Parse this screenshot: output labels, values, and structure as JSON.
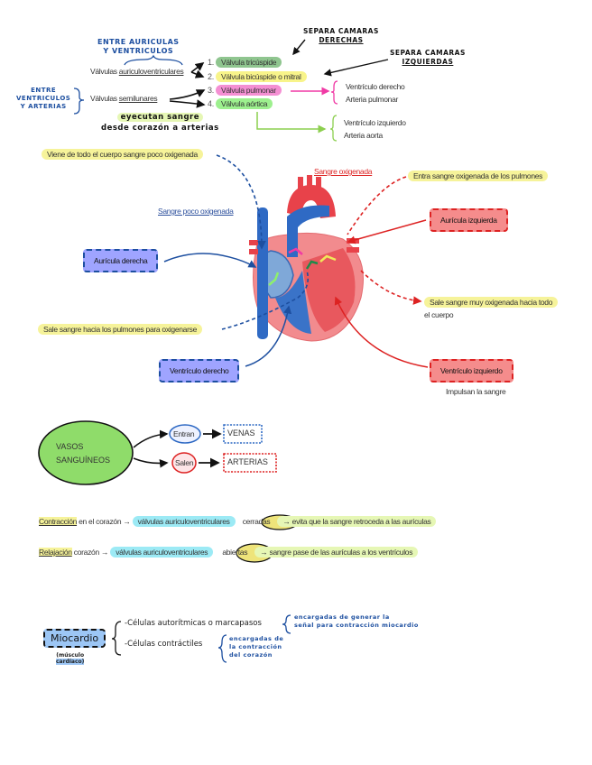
{
  "valves": {
    "heading_av": [
      "ENTRE AURICULAS",
      "Y VENTRICULOS"
    ],
    "heading_sl": [
      "ENTRE",
      "VENTRICULOS",
      "Y ARTERIAS"
    ],
    "av_prefix": "Válvulas ",
    "av_word": "auriculoventriculares",
    "sl_prefix": "Válvulas ",
    "sl_word": "semilunares",
    "sl_note": [
      "eyecutan sangre",
      "desde corazón a arterias"
    ],
    "items": [
      {
        "number": "1.",
        "label": "Válvula tricúspide",
        "color": "#8fc58f"
      },
      {
        "number": "2.",
        "label": "Válvula bicúspide o mitral",
        "color": "#f8f48a"
      },
      {
        "number": "3.",
        "label": "Válvula pulmonar",
        "color": "#f48fd3"
      },
      {
        "number": "4.",
        "label": "Válvula aórtica",
        "color": "#9df08e"
      }
    ],
    "separa_derechas": [
      "SEPARA CAMARAS",
      "DERECHAS"
    ],
    "separa_izquierdas": [
      "SEPARA CAMARAS",
      "IZQUIERDAS"
    ],
    "pulmonar_targets": [
      "Ventrículo derecho",
      "Arteria pulmonar"
    ],
    "aortica_targets": [
      "Ventrículo izquierdo",
      "Arteria aorta"
    ]
  },
  "heart": {
    "viene": "Viene de todo el cuerpo sangre poco oxigenada",
    "sangre_poco": "Sangre poco oxigenada",
    "sangre_oxi": "Sangre oxigenada",
    "entra": "Entra sangre oxigenada de los pulmones",
    "auricula_derecha": "Aurícula derecha",
    "auricula_izquierda": "Aurícula izquierda",
    "sale_oxi": [
      "Sale sangre muy oxigenada hacia todo",
      "el cuerpo"
    ],
    "sale_pulmones": "Sale sangre hacia los pulmones para oxigenarse",
    "ventriculo_derecho": "Ventrículo derecho",
    "ventriculo_izquierdo": "Ventrículo izquierdo",
    "impulsan": "Impulsan la sangre"
  },
  "vasos": {
    "title": [
      "VASOS",
      "SANGUÍNEOS"
    ],
    "entran": "Entran",
    "salen": "Salen",
    "venas": "VENAS",
    "arterias": "ARTERIAS"
  },
  "ciclo": {
    "contraccion": {
      "term": "Contracción",
      "rest": " en el corazón →",
      "valves": "válvulas auriculoventriculares",
      "state": "cerradas",
      "result": "→ evita que la sangre retroceda a las aurículas"
    },
    "relajacion": {
      "term": "Relajación",
      "rest": " corazón →",
      "valves": "válvulas auriculoventriculares",
      "state": "abiertas",
      "result": "→ sangre pase de las aurículas a los ventrículos"
    }
  },
  "miocardio": {
    "title": "Miocardio",
    "subtitle": [
      "(músculo",
      "cardíaco)"
    ],
    "cell1": "-Células autorítmicas o marcapasos",
    "cell1_note": [
      "encargadas de generar la",
      "señal para contracción miocardio"
    ],
    "cell2": "-Células contráctiles",
    "cell2_note": [
      "encargadas de",
      "la contracción",
      "del corazón"
    ]
  }
}
